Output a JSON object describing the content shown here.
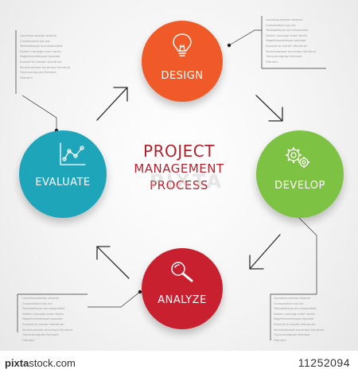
{
  "title": {
    "line1": "PROJECT",
    "line2": "MANAGEMENT",
    "line3": "PROCESS"
  },
  "steps": {
    "design": {
      "label": "DESIGN",
      "color": "#f05a28",
      "icon": "lightbulb-icon"
    },
    "develop": {
      "label": "DEVELOP",
      "color": "#7dc242",
      "icon": "gears-icon"
    },
    "analyze": {
      "label": "ANALYZE",
      "color": "#c8202f",
      "icon": "magnifier-icon"
    },
    "evaluate": {
      "label": "EVALUATE",
      "color": "#1ea5b9",
      "icon": "chart-icon"
    }
  },
  "note_lines": [
    "Loremipsumdolor sitamet",
    "Consectetuer dip isic",
    "Tellusbelisque accumsanefest",
    "Nullam conuego lorem facilis",
    "Negetfronnelesque tonardar",
    "Suscipit at reactim discidrum",
    "Senectuserase accumsan fercidunt",
    "Tunciuismegulor feriment",
    "Fitandrin"
  ],
  "footer": {
    "brand_bold": "pixta",
    "brand_rest": "stock.com",
    "image_id": "11252094"
  },
  "watermark": "PIXTA"
}
